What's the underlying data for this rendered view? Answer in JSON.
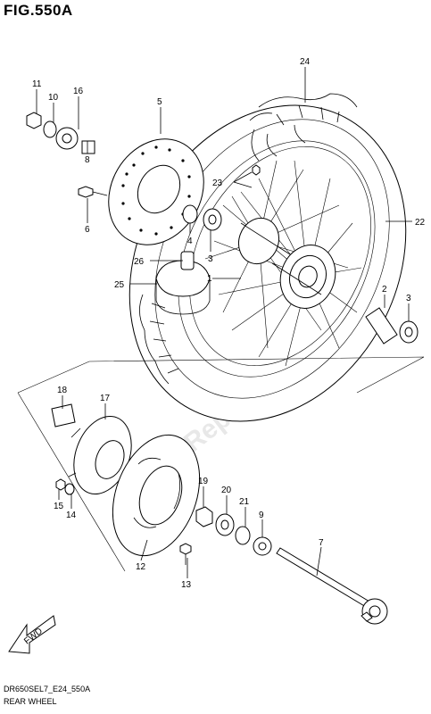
{
  "figure": {
    "title": "FIG.550A",
    "code": "DR650SEL7_E24_550A",
    "name": "REAR WHEEL"
  },
  "watermark": "PartsRepublik",
  "fwd_arrow": {
    "label": "FWD"
  },
  "callouts": {
    "c1": "1",
    "c2": "2",
    "c3a": "3",
    "c3b": "3",
    "c4": "4",
    "c5": "5",
    "c6": "6",
    "c7": "7",
    "c8": "8",
    "c9": "9",
    "c10": "10",
    "c11": "11",
    "c12": "12",
    "c13": "13",
    "c14": "14",
    "c15": "15",
    "c16": "16",
    "c17": "17",
    "c18": "18",
    "c19": "19",
    "c20": "20",
    "c21": "21",
    "c22": "22",
    "c23": "23",
    "c24": "24",
    "c25": "25",
    "c26": "26"
  }
}
